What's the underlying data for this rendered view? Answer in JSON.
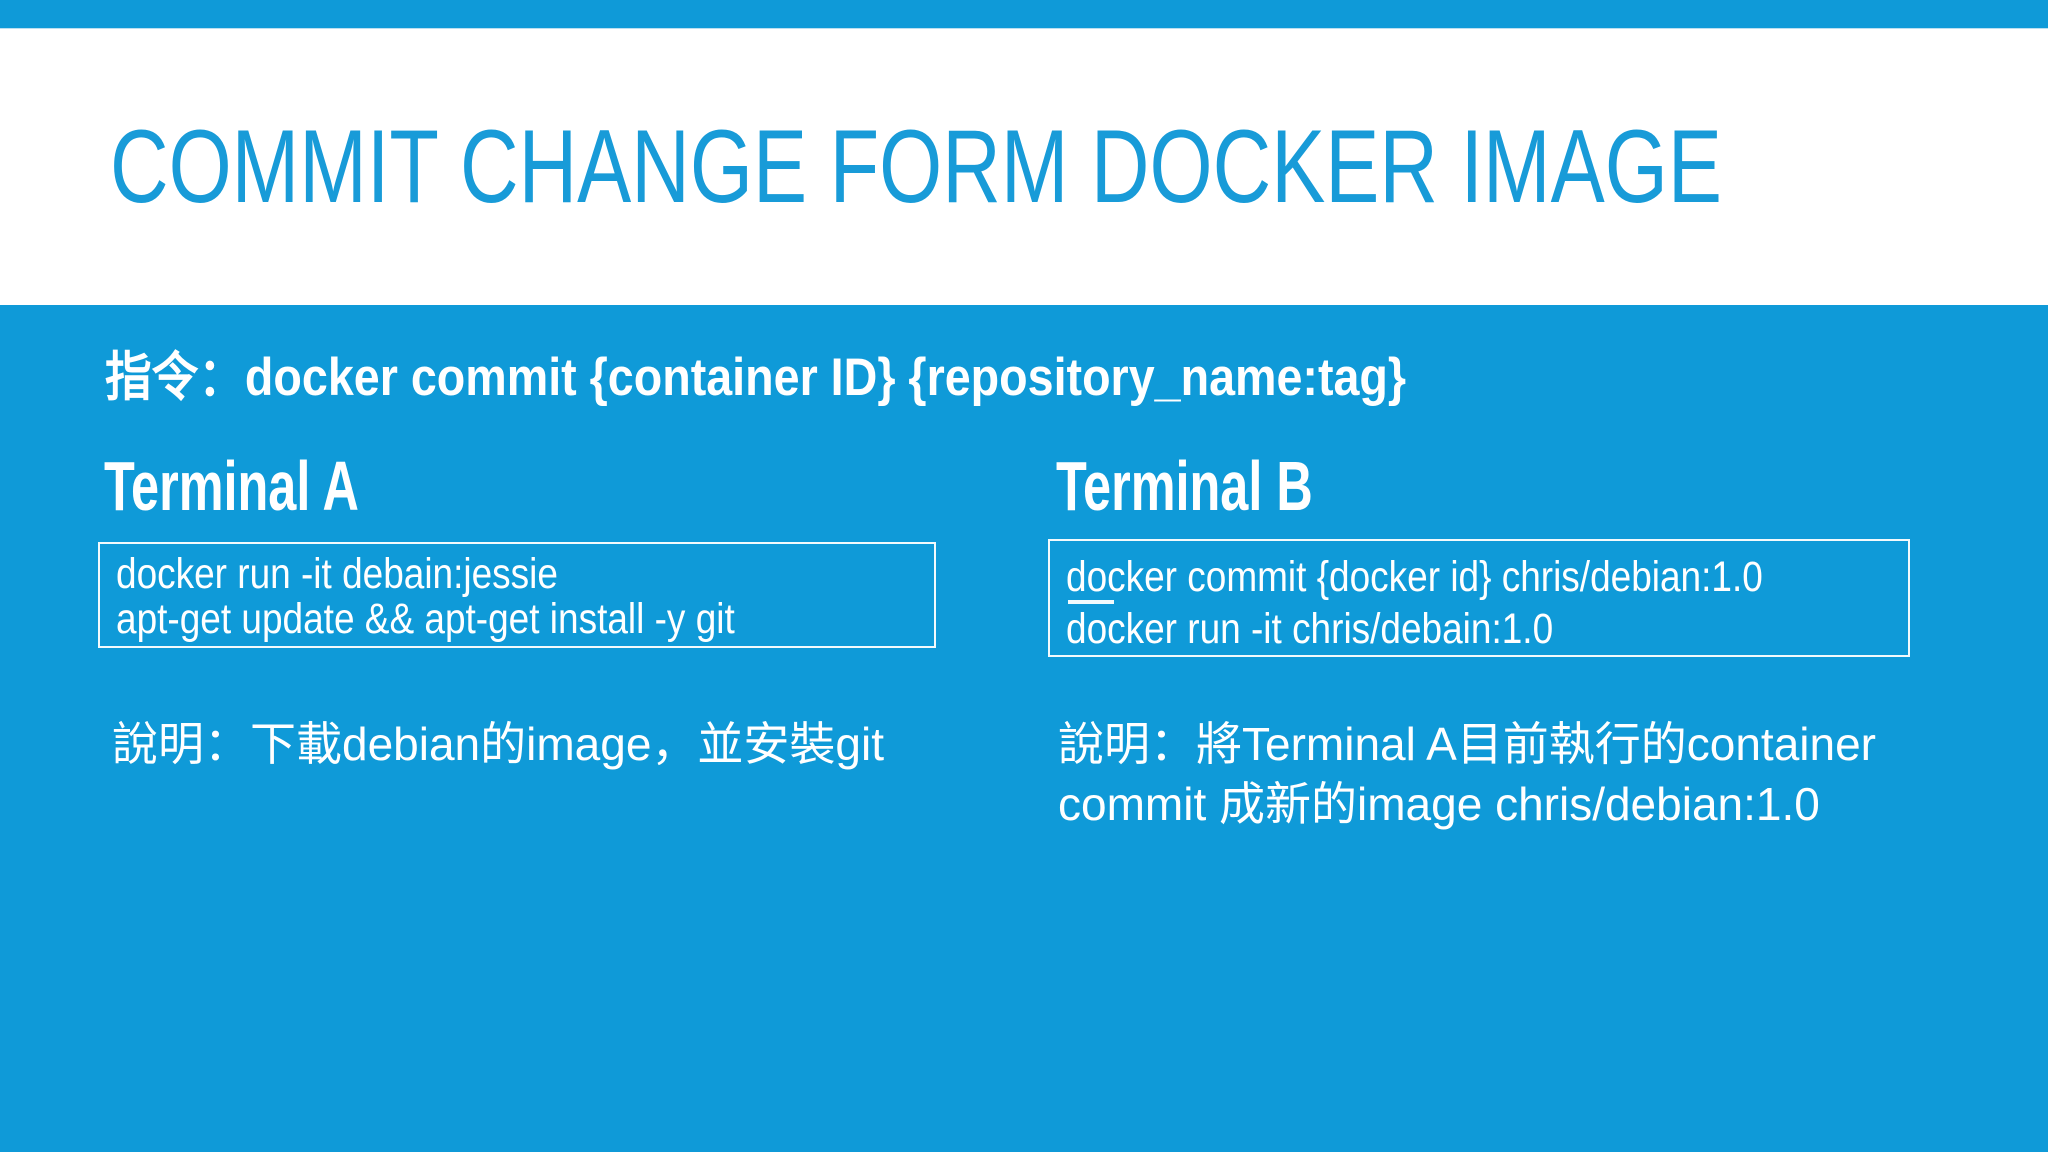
{
  "colors": {
    "theme_blue": "#0F9AD8",
    "title_blue": "#189BD8",
    "body_text": "#FFFFFF"
  },
  "slide": {
    "title": "COMMIT CHANGE FORM DOCKER IMAGE",
    "command_line": "指令：docker commit {container ID} {repository_name:tag}"
  },
  "panels": [
    {
      "heading": "Terminal A",
      "terminal_lines": [
        "docker run -it debain:jessie",
        "apt-get update && apt-get install -y git"
      ],
      "explanation_lines": [
        "說明：下載debian的image，並安裝git"
      ]
    },
    {
      "heading": "Terminal B",
      "terminal_lines": [
        "docker commit {docker id} chris/debian:1.0",
        "docker run -it chris/debain:1.0"
      ],
      "explanation_lines": [
        "說明：將Terminal A目前執行的container",
        "commit 成新的image chris/debian:1.0"
      ]
    }
  ]
}
